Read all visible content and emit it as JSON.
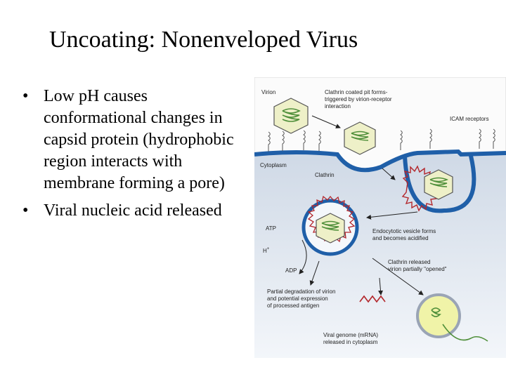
{
  "slide": {
    "title": "Uncoating: Nonenveloped Virus",
    "bullets": [
      "Low pH causes conformational changes in capsid protein (hydrophobic region interacts with membrane forming a pore)",
      "Viral nucleic acid released"
    ]
  },
  "diagram": {
    "labels": {
      "virion": "Virion",
      "clathrin_pit_1": "Clathrin coated pit forms-",
      "clathrin_pit_2": "triggered by virion-receptor",
      "clathrin_pit_3": "interaction",
      "icam": "ICAM receptors",
      "cytoplasm": "Cytoplasm",
      "clathrin": "Clathrin",
      "atp": "ATP",
      "h_plus": "H",
      "h_plus_sup": "+",
      "adp": "ADP",
      "endocytic_1": "Endocytotic vesicle forms",
      "endocytic_2": "and becomes acidified",
      "clathrin_released_1": "Clathrin released",
      "clathrin_released_2": "virion partially \"opened\"",
      "partial_1": "Partial degradation of virion",
      "partial_2": "and potential expression",
      "partial_3": "of processed antigen",
      "genome_1": "Viral genome (mRNA)",
      "genome_2": "released in cytoplasm"
    },
    "colors": {
      "membrane": "#1f5fa8",
      "clathrin": "#b3262b",
      "capsid_fill": "#eef0c8",
      "nucleic": "#4f8f3a",
      "cytoplasm_top": "#e9eef5",
      "cytoplasm_bottom": "#f4f7fb"
    }
  }
}
